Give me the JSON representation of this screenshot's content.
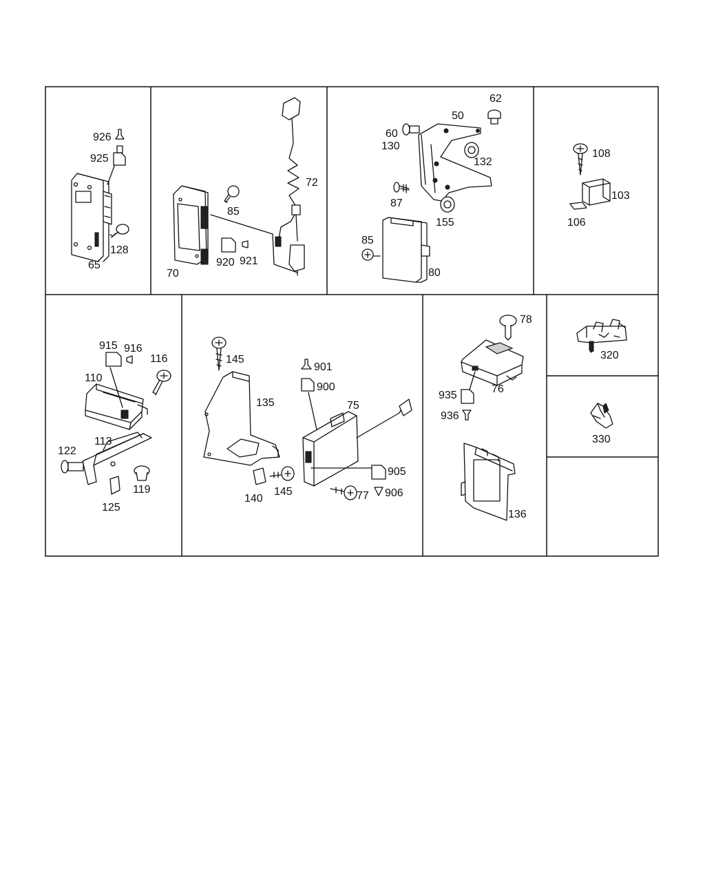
{
  "labels": {
    "p65": "65",
    "p128": "128",
    "p925": "925",
    "p926": "926",
    "p70": "70",
    "p72": "72",
    "p85a": "85",
    "p920": "920",
    "p921": "921",
    "p50": "50",
    "p62": "62",
    "p60": "60",
    "p130": "130",
    "p132": "132",
    "p87": "87",
    "p155": "155",
    "p85b": "85",
    "p80": "80",
    "p108": "108",
    "p103": "103",
    "p106": "106",
    "p915": "915",
    "p916": "916",
    "p116": "116",
    "p110": "110",
    "p113": "113",
    "p122": "122",
    "p119": "119",
    "p125": "125",
    "p145a": "145",
    "p135": "135",
    "p901": "901",
    "p900": "900",
    "p75": "75",
    "p905": "905",
    "p906": "906",
    "p77": "77",
    "p140": "140",
    "p145b": "145",
    "p78": "78",
    "p76": "76",
    "p935": "935",
    "p936": "936",
    "p136": "136",
    "p320": "320",
    "p330": "330"
  }
}
